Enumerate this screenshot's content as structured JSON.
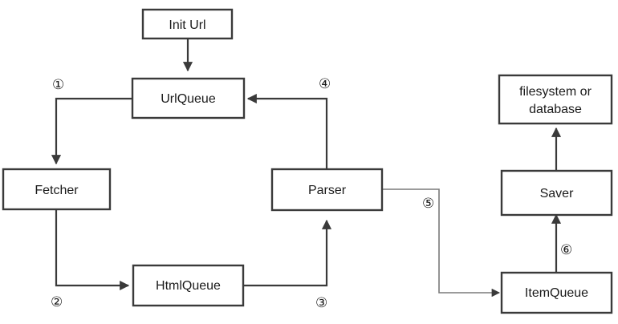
{
  "nodes": {
    "init_url": "Init Url",
    "url_queue": "UrlQueue",
    "fetcher": "Fetcher",
    "parser": "Parser",
    "html_queue": "HtmlQueue",
    "item_queue": "ItemQueue",
    "saver": "Saver",
    "storage_line1": "filesystem or",
    "storage_line2": "database"
  },
  "steps": {
    "s1": "①",
    "s2": "②",
    "s3": "③",
    "s4": "④",
    "s5": "⑤",
    "s6": "⑥"
  }
}
